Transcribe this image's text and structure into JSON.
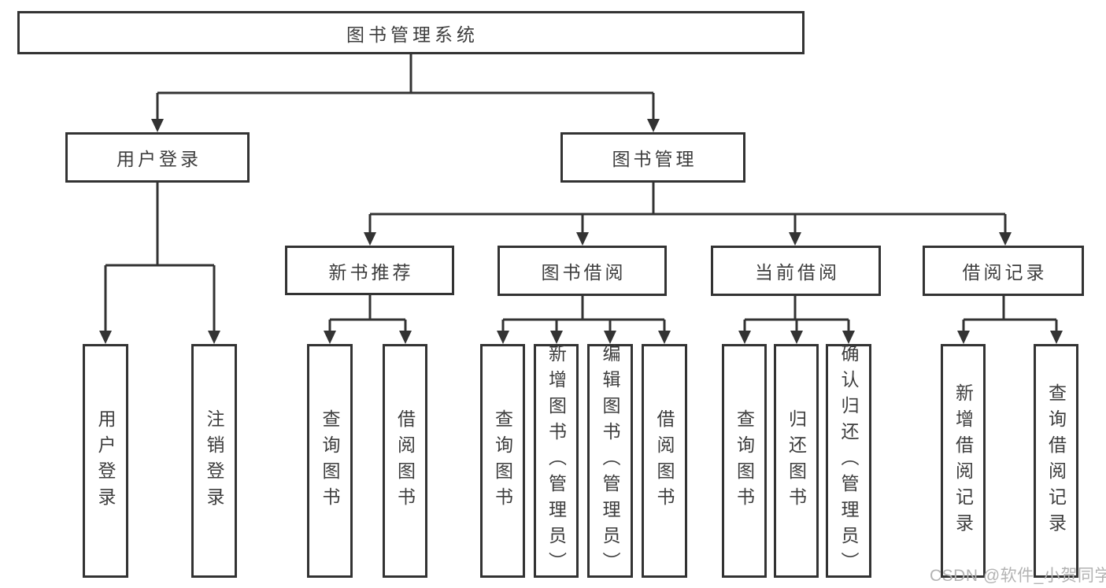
{
  "tree": {
    "root": {
      "label": "图书管理系统"
    },
    "branches": [
      {
        "label": "用户登录",
        "children": [
          {
            "label": "用户登录"
          },
          {
            "label": "注销登录"
          }
        ]
      },
      {
        "label": "图书管理",
        "children": [
          {
            "label": "新书推荐",
            "children": [
              {
                "label": "查询图书"
              },
              {
                "label": "借阅图书"
              }
            ]
          },
          {
            "label": "图书借阅",
            "children": [
              {
                "label": "查询图书"
              },
              {
                "label": "新增图书（管理员）"
              },
              {
                "label": "编辑图书（管理员）"
              },
              {
                "label": "借阅图书"
              }
            ]
          },
          {
            "label": "当前借阅",
            "children": [
              {
                "label": "查询图书"
              },
              {
                "label": "归还图书"
              },
              {
                "label": "确认归还（管理员）"
              }
            ]
          },
          {
            "label": "借阅记录",
            "children": [
              {
                "label": "新增借阅记录"
              },
              {
                "label": "查询借阅记录"
              }
            ]
          }
        ]
      }
    ]
  },
  "watermark": {
    "text": "CSDN @软件_小贺同学"
  },
  "colors": {
    "line": "#333333",
    "text": "#3d3d3d",
    "watermark": "#b3b3b3",
    "background": "#ffffff"
  }
}
